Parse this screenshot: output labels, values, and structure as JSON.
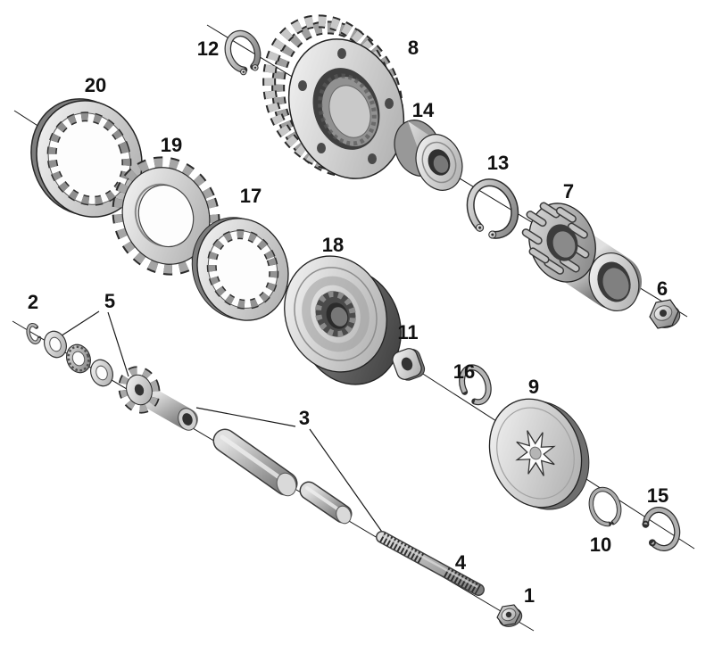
{
  "figure": {
    "type": "exploded-parts-diagram",
    "background_color": "#ffffff",
    "line_color": "#1a1a1a",
    "label_color": "#111111",
    "parts": [
      {
        "number": "1",
        "name": "hex-nut"
      },
      {
        "number": "2",
        "name": "spring-clip"
      },
      {
        "number": "3",
        "name": "pin-set"
      },
      {
        "number": "4",
        "name": "threaded-stud"
      },
      {
        "number": "5",
        "name": "washer-set"
      },
      {
        "number": "6",
        "name": "hex-nut"
      },
      {
        "number": "7",
        "name": "stud-hub"
      },
      {
        "number": "8",
        "name": "clutch-drum-sprocket"
      },
      {
        "number": "9",
        "name": "spring-disc"
      },
      {
        "number": "10",
        "name": "snap-ring"
      },
      {
        "number": "11",
        "name": "adjuster-plate"
      },
      {
        "number": "12",
        "name": "snap-ring"
      },
      {
        "number": "13",
        "name": "snap-ring"
      },
      {
        "number": "14",
        "name": "bearing"
      },
      {
        "number": "15",
        "name": "snap-ring"
      },
      {
        "number": "16",
        "name": "spring-clip"
      },
      {
        "number": "17",
        "name": "splined-plate"
      },
      {
        "number": "18",
        "name": "clutch-hub-drum"
      },
      {
        "number": "19",
        "name": "toothed-lock-plate"
      },
      {
        "number": "20",
        "name": "splined-plate"
      }
    ]
  }
}
